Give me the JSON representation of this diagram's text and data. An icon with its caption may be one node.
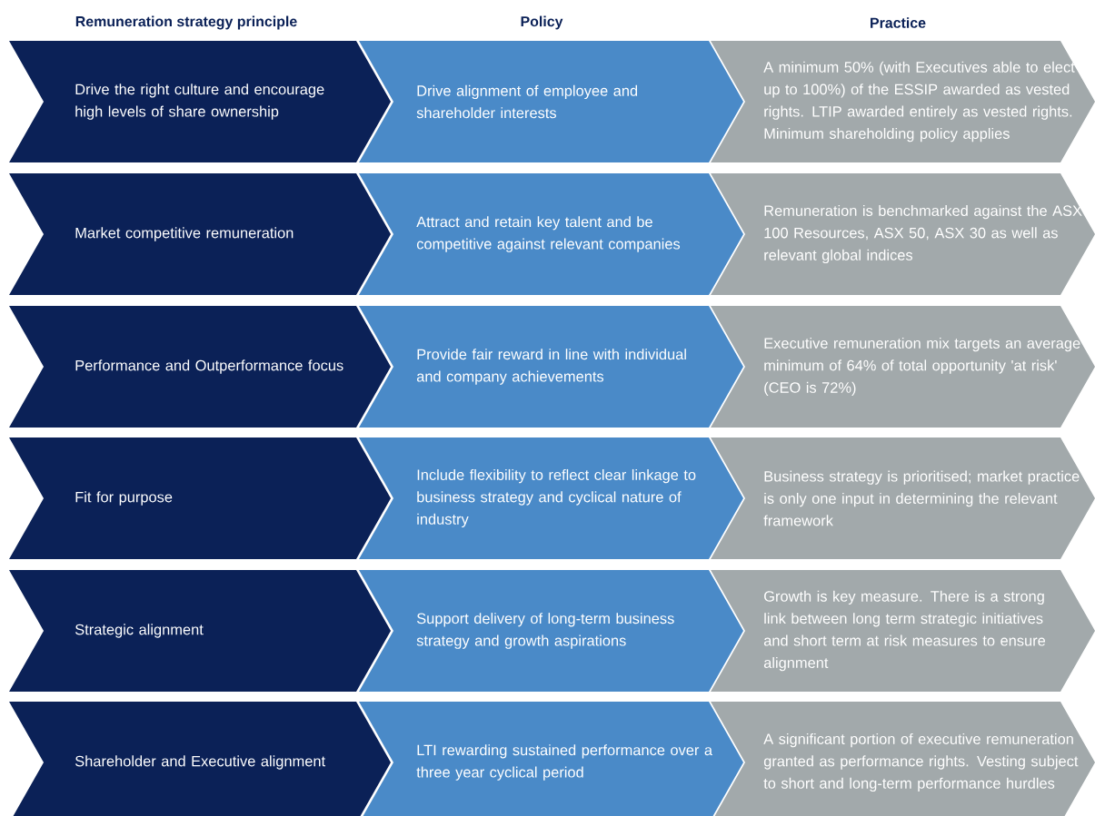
{
  "diagram": {
    "nodes": [
      {
        "text": [
          "Drive the right culture and encourage high levels of share ownership"
        ]
      },
      {
        "text": [
          "Drive alignment of employee and shareholder interests"
        ]
      },
      {
        "text": [
          "A minimum 50% (with Executives able to elect up to 100%) of the ESSIP awarded as vested rights. LTIP awarded entirely as vested rights. Minimum shareholding policy applies"
        ]
      },
      {
        "text": [
          "Market competitive remuneration"
        ]
      },
      {
        "text": [
          "Attract and retain key talent and be competitive against relevant companies"
        ]
      },
      {
        "text": [
          "Remuneration is benchmarked against the ASX 100 Resources, ASX 50, ASX 30 as well as relevant global indices"
        ]
      },
      {
        "text": [
          "Performance and Outperformance focus"
        ]
      },
      {
        "text": [
          "Provide fair reward in line with individual and company achievements"
        ]
      },
      {
        "text": [
          "Executive remuneration mix targets an average minimum of 64% of total opportunity 'at risk' (CEO is 72%)"
        ]
      },
      {
        "text": [
          "Fit for purpose"
        ]
      },
      {
        "text": [
          "Include flexibility to reflect clear linkage to business strategy and cyclical nature of industry"
        ]
      },
      {
        "text": [
          "Business strategy is prioritised; market practice is only one input in determining the relevant framework"
        ]
      },
      {
        "text": [
          "Strategic alignment"
        ]
      },
      {
        "text": [
          "Support delivery of long-term business strategy and growth aspirations"
        ]
      },
      {
        "text": [
          "Growth is key measure. There is a strong link between long term strategic initiatives and short term at risk measures to ensure alignment"
        ]
      },
      {
        "text": [
          "Shareholder and Executive alignment"
        ]
      },
      {
        "text": [
          "LTI rewarding sustained performance over a three year cyclical period"
        ]
      },
      {
        "text": [
          "A significant portion of executive remuneration granted as performance rights. Vesting subject to short and long-term performance hurdles"
        ]
      }
    ],
    "labels": [
      "Remuneration strategy principle",
      "Policy",
      "Practice"
    ]
  }
}
